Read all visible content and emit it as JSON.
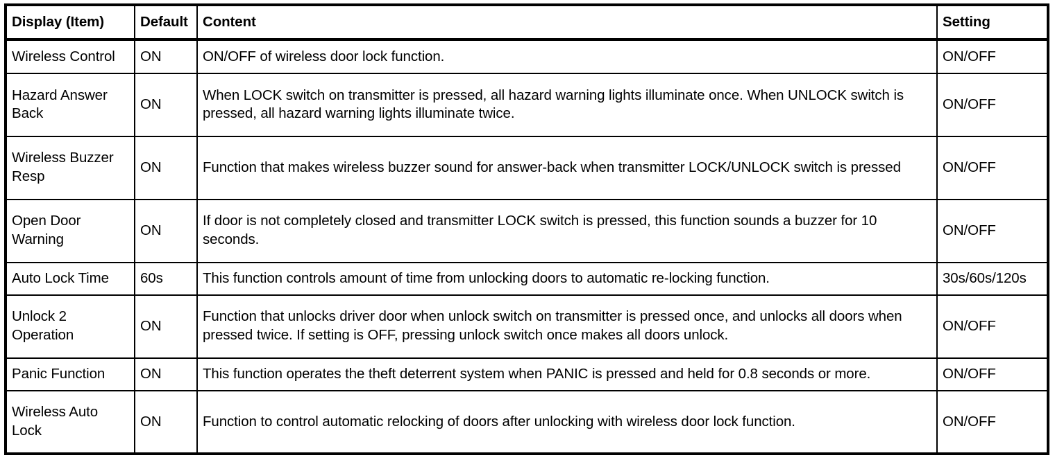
{
  "table": {
    "columns": [
      {
        "key": "item",
        "label": "Display (Item)"
      },
      {
        "key": "default",
        "label": "Default"
      },
      {
        "key": "content",
        "label": "Content"
      },
      {
        "key": "setting",
        "label": "Setting"
      }
    ],
    "rows": [
      {
        "item": "Wireless Control",
        "default": "ON",
        "content": "ON/OFF of wireless door lock function.",
        "setting": "ON/OFF"
      },
      {
        "item": "Hazard Answer Back",
        "default": "ON",
        "content": "When LOCK switch on transmitter is pressed, all hazard warning lights illuminate once. When UNLOCK switch is pressed, all hazard warning lights illuminate twice.",
        "setting": "ON/OFF"
      },
      {
        "item": "Wireless Buzzer Resp",
        "default": "ON",
        "content": "Function that makes wireless buzzer sound for answer-back when transmitter LOCK/UNLOCK switch is pressed",
        "setting": "ON/OFF"
      },
      {
        "item": "Open Door Warning",
        "default": "ON",
        "content": "If door is not completely closed and transmitter LOCK switch is pressed, this function sounds a buzzer for 10 seconds.",
        "setting": "ON/OFF"
      },
      {
        "item": "Auto Lock Time",
        "default": "60s",
        "content": "This function controls amount of time from unlocking doors to automatic re-locking function.",
        "setting": "30s/60s/120s"
      },
      {
        "item": "Unlock 2 Operation",
        "default": "ON",
        "content": "Function that unlocks driver door when unlock switch on transmitter is pressed once, and unlocks all doors when pressed twice. If setting is OFF, pressing unlock switch once makes all doors unlock.",
        "setting": "ON/OFF"
      },
      {
        "item": "Panic Function",
        "default": "ON",
        "content": "This function operates the theft deterrent system when PANIC is pressed and held for 0.8 seconds or more.",
        "setting": "ON/OFF"
      },
      {
        "item": "Wireless Auto Lock",
        "default": "ON",
        "content": "Function to control automatic relocking of doors after unlocking with wireless door lock function.",
        "setting": "ON/OFF"
      }
    ]
  },
  "colors": {
    "border": "#000000",
    "text": "#000000",
    "background": "#ffffff"
  }
}
